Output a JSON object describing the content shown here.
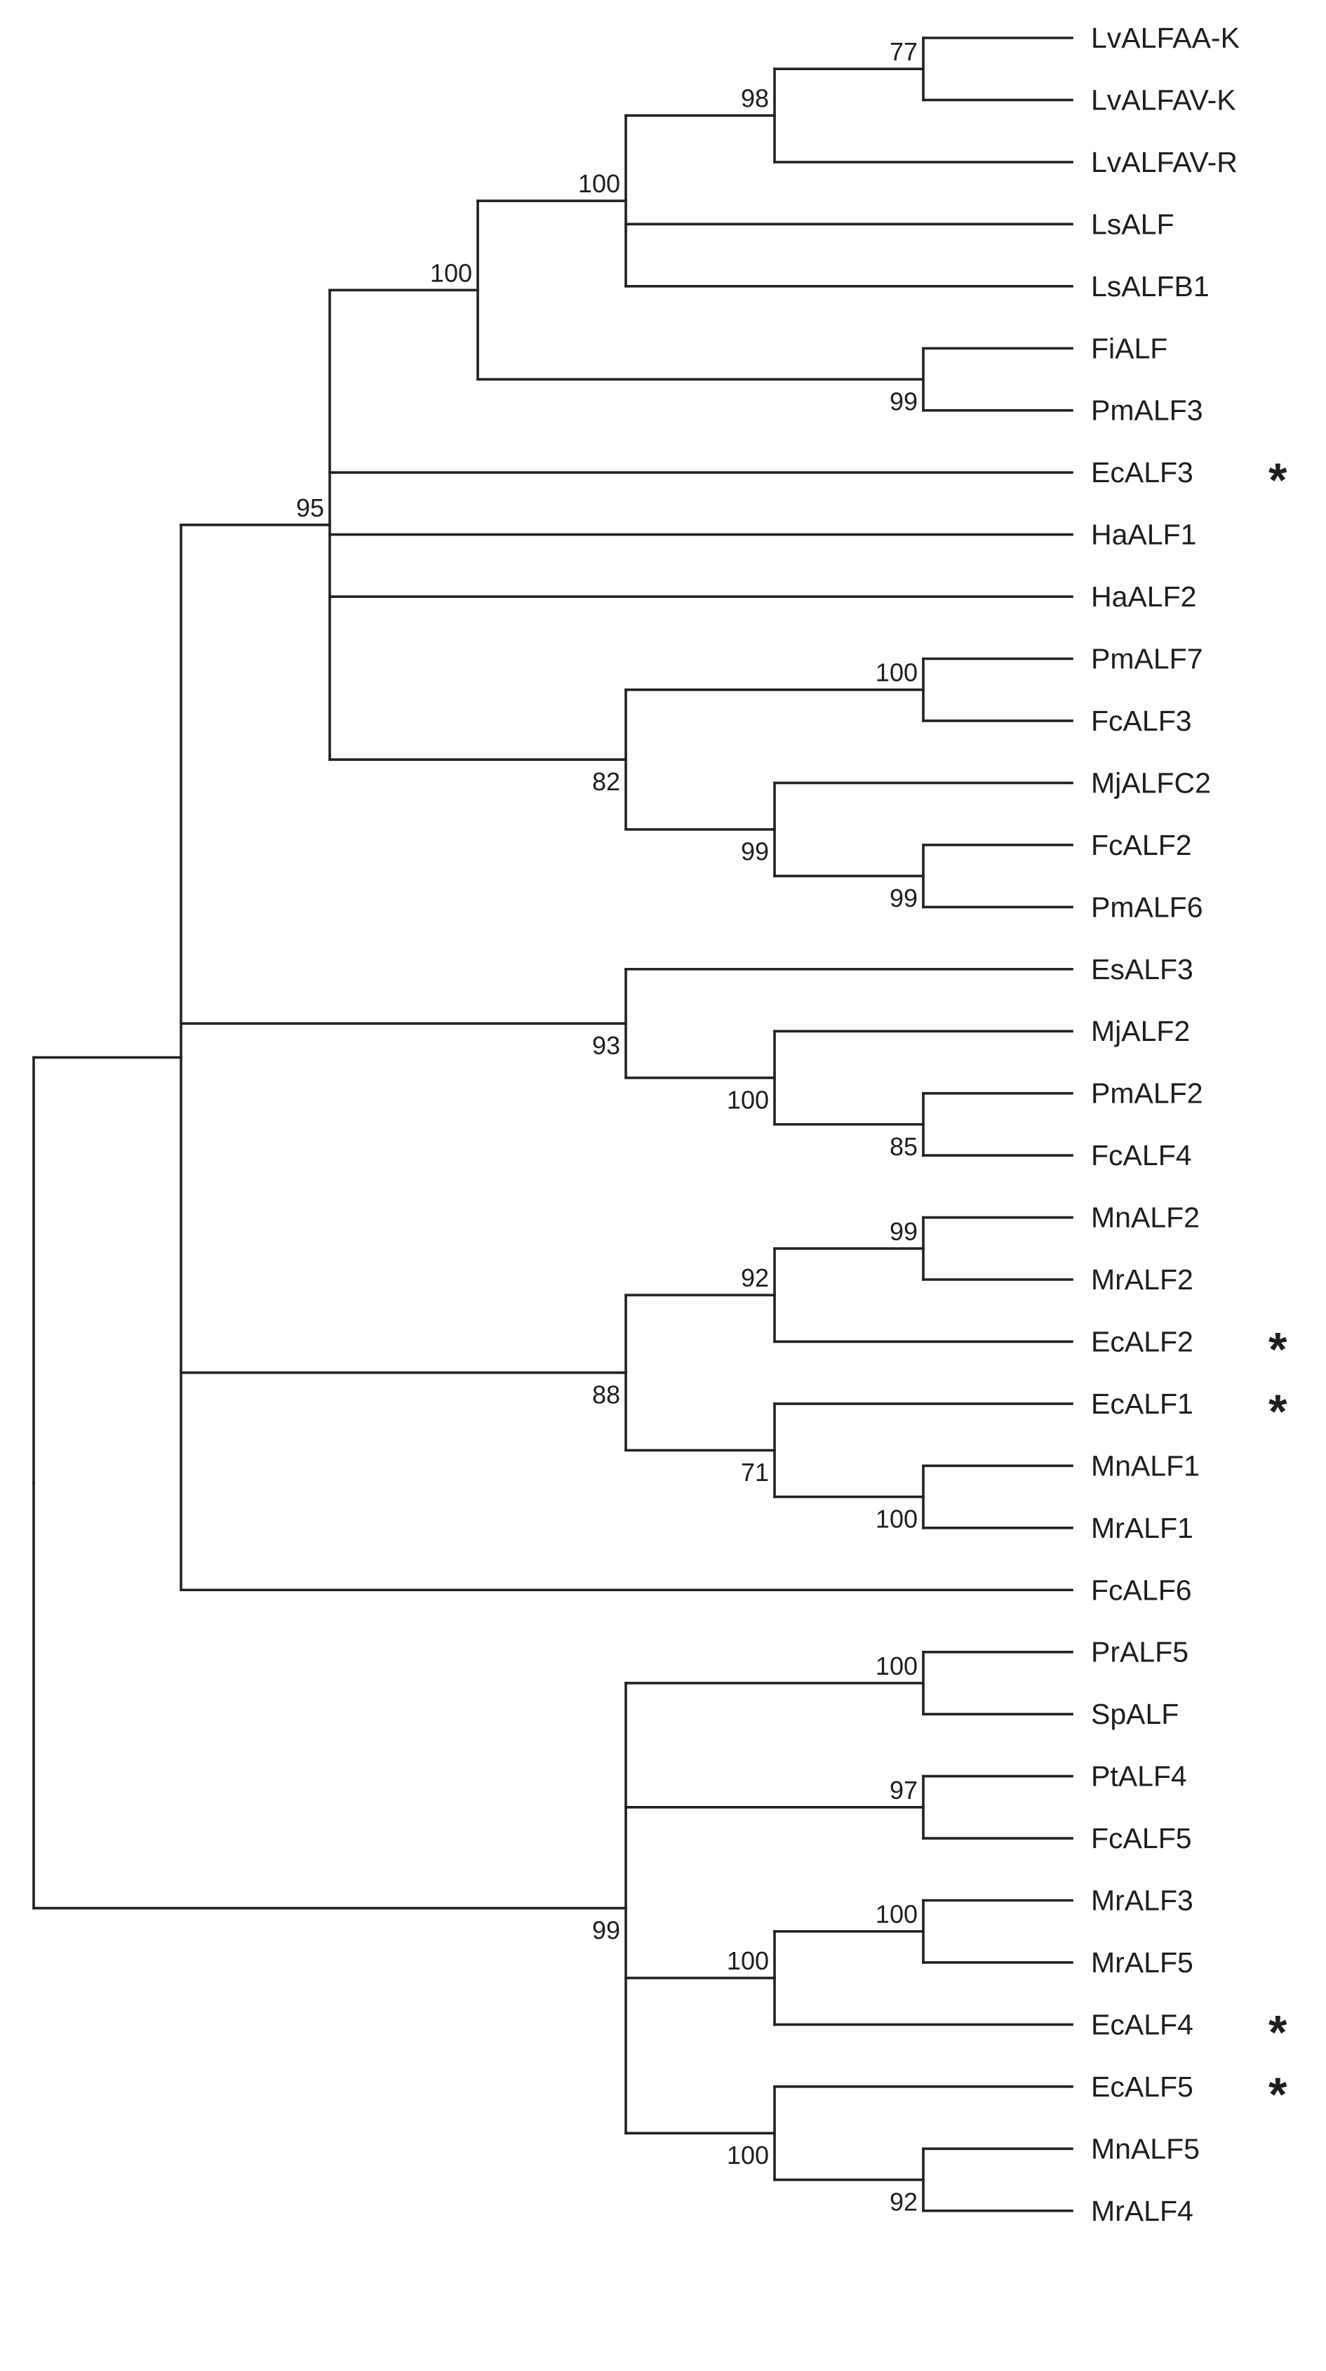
{
  "tree": {
    "leaves": [
      {
        "id": "l1",
        "label": "LvALFAA-K"
      },
      {
        "id": "l2",
        "label": "LvALFAV-K"
      },
      {
        "id": "l3",
        "label": "LvALFAV-R"
      },
      {
        "id": "l4",
        "label": "LsALF"
      },
      {
        "id": "l5",
        "label": "LsALFB1"
      },
      {
        "id": "l6",
        "label": "FiALF"
      },
      {
        "id": "l7",
        "label": "PmALF3"
      },
      {
        "id": "l8",
        "label": "EcALF3",
        "star": "*"
      },
      {
        "id": "l9",
        "label": "HaALF1"
      },
      {
        "id": "l10",
        "label": "HaALF2"
      },
      {
        "id": "l11",
        "label": "PmALF7"
      },
      {
        "id": "l12",
        "label": "FcALF3"
      },
      {
        "id": "l13",
        "label": "MjALFC2"
      },
      {
        "id": "l14",
        "label": "FcALF2"
      },
      {
        "id": "l15",
        "label": "PmALF6"
      },
      {
        "id": "l16",
        "label": "EsALF3"
      },
      {
        "id": "l17",
        "label": "MjALF2"
      },
      {
        "id": "l18",
        "label": "PmALF2"
      },
      {
        "id": "l19",
        "label": "FcALF4"
      },
      {
        "id": "l20",
        "label": "MnALF2"
      },
      {
        "id": "l21",
        "label": "MrALF2"
      },
      {
        "id": "l22",
        "label": "EcALF2",
        "star": "*"
      },
      {
        "id": "l23",
        "label": "EcALF1",
        "star": "*"
      },
      {
        "id": "l24",
        "label": "MnALF1"
      },
      {
        "id": "l25",
        "label": "MrALF1"
      },
      {
        "id": "l26",
        "label": "FcALF6"
      },
      {
        "id": "l27",
        "label": "PrALF5"
      },
      {
        "id": "l28",
        "label": "SpALF"
      },
      {
        "id": "l29",
        "label": "PtALF4"
      },
      {
        "id": "l30",
        "label": "FcALF5"
      },
      {
        "id": "l31",
        "label": "MrALF3"
      },
      {
        "id": "l32",
        "label": "MrALF5"
      },
      {
        "id": "l33",
        "label": "EcALF4",
        "star": "*"
      },
      {
        "id": "l34",
        "label": "EcALF5",
        "star": "*"
      },
      {
        "id": "l35",
        "label": "MnALF5"
      },
      {
        "id": "l36",
        "label": "MrALF4"
      }
    ],
    "clades": [
      {
        "id": "n1",
        "depth": 6,
        "children": [
          "l1",
          "l2"
        ],
        "support": "77",
        "support_pos": "above"
      },
      {
        "id": "n2",
        "depth": 5,
        "children": [
          "n1",
          "l3"
        ],
        "support": "98",
        "support_pos": "above"
      },
      {
        "id": "n3",
        "depth": 4,
        "children": [
          "n2",
          "l4",
          "l5"
        ],
        "support": "100",
        "support_pos": "above"
      },
      {
        "id": "n4",
        "depth": 6,
        "children": [
          "l6",
          "l7"
        ],
        "support": "99",
        "support_pos": "below"
      },
      {
        "id": "n5",
        "depth": 3,
        "children": [
          "n3",
          "n4"
        ],
        "support": "100",
        "support_pos": "above"
      },
      {
        "id": "n6",
        "depth": 6,
        "children": [
          "l11",
          "l12"
        ],
        "support": "100",
        "support_pos": "above"
      },
      {
        "id": "n7",
        "depth": 6,
        "children": [
          "l14",
          "l15"
        ],
        "support": "99",
        "support_pos": "below"
      },
      {
        "id": "n8",
        "depth": 5,
        "children": [
          "l13",
          "n7"
        ],
        "support": "99",
        "support_pos": "below"
      },
      {
        "id": "n9",
        "depth": 4,
        "children": [
          "n6",
          "n8"
        ],
        "support": "82",
        "support_pos": "below"
      },
      {
        "id": "n10",
        "depth": 2,
        "children": [
          "n5",
          "l8",
          "l9",
          "l10",
          "n9"
        ],
        "support": "95",
        "support_pos": "above"
      },
      {
        "id": "n11",
        "depth": 6,
        "children": [
          "l18",
          "l19"
        ],
        "support": "85",
        "support_pos": "below"
      },
      {
        "id": "n12",
        "depth": 5,
        "children": [
          "l17",
          "n11"
        ],
        "support": "100",
        "support_pos": "below"
      },
      {
        "id": "n13",
        "depth": 4,
        "children": [
          "l16",
          "n12"
        ],
        "support": "93",
        "support_pos": "below"
      },
      {
        "id": "n14",
        "depth": 6,
        "children": [
          "l20",
          "l21"
        ],
        "support": "99",
        "support_pos": "above"
      },
      {
        "id": "n15",
        "depth": 5,
        "children": [
          "n14",
          "l22"
        ],
        "support": "92",
        "support_pos": "above"
      },
      {
        "id": "n16",
        "depth": 6,
        "children": [
          "l24",
          "l25"
        ],
        "support": "100",
        "support_pos": "below"
      },
      {
        "id": "n17",
        "depth": 5,
        "children": [
          "l23",
          "n16"
        ],
        "support": "71",
        "support_pos": "below"
      },
      {
        "id": "n18",
        "depth": 4,
        "children": [
          "n15",
          "n17"
        ],
        "support": "88",
        "support_pos": "below"
      },
      {
        "id": "n19",
        "depth": 1,
        "children": [
          "n10",
          "n13",
          "n18",
          "l26"
        ],
        "support": "",
        "support_pos": "above"
      },
      {
        "id": "n20",
        "depth": 6,
        "children": [
          "l27",
          "l28"
        ],
        "support": "100",
        "support_pos": "above"
      },
      {
        "id": "n21",
        "depth": 6,
        "children": [
          "l29",
          "l30"
        ],
        "support": "97",
        "support_pos": "above"
      },
      {
        "id": "n22",
        "depth": 6,
        "children": [
          "l31",
          "l32"
        ],
        "support": "100",
        "support_pos": "above"
      },
      {
        "id": "n23",
        "depth": 5,
        "children": [
          "n22",
          "l33"
        ],
        "support": "100",
        "support_pos": "above"
      },
      {
        "id": "n24",
        "depth": 6,
        "children": [
          "l35",
          "l36"
        ],
        "support": "92",
        "support_pos": "below"
      },
      {
        "id": "n25",
        "depth": 5,
        "children": [
          "l34",
          "n24"
        ],
        "support": "100",
        "support_pos": "below"
      },
      {
        "id": "n26",
        "depth": 4,
        "children": [
          "n20",
          "n21",
          "n23",
          "n25"
        ],
        "support": "99",
        "support_pos": "below"
      },
      {
        "id": "n27",
        "depth": 0,
        "children": [
          "n19",
          "n26"
        ],
        "support": "",
        "support_pos": "above"
      }
    ],
    "root": "n27"
  }
}
